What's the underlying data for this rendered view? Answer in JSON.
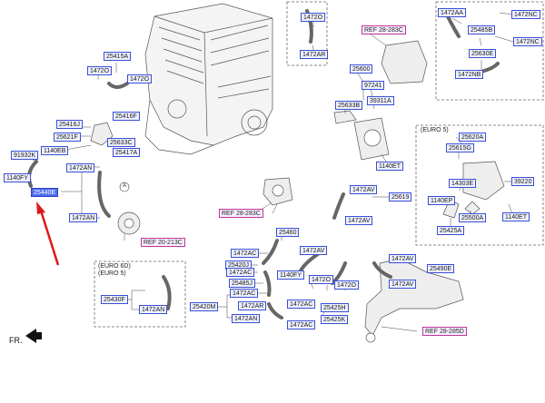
{
  "labels": {
    "l14720_top": "1472O",
    "l1472AR_top": "1472AR",
    "l1472AA": "1472AA",
    "l1472NC_a": "1472NC",
    "l25485B_t": "25485B",
    "l1472NC_b": "1472NC",
    "l25630E": "25630E",
    "l1472NB": "1472NB",
    "l25415A": "25415A",
    "l14720_b": "1472O",
    "l14720_c": "1472O",
    "l25416J": "25416J",
    "l25416F": "25416F",
    "l25621F": "25621F",
    "l25633C": "25633C",
    "l1140EB": "1140EB",
    "l25417A": "25417A",
    "l91932K": "91932K",
    "l1140FY_l": "1140FY",
    "l25440E": "25440E",
    "l1472AN_l": "1472AN",
    "l1472AN_l2": "1472AN",
    "l25600": "25600",
    "l97241": "97241",
    "l39311A": "39311A",
    "l25633B": "25633B",
    "l1140ET_c": "1140ET",
    "l25620A": "25620A",
    "l25615G": "25615G",
    "l14303E": "14303E",
    "l1140EP": "1140EP",
    "l25500A": "25500A",
    "l25425A": "25425A",
    "l1140ET_r": "1140ET",
    "l39220": "39220",
    "l1472AV_a": "1472AV",
    "l25619": "25619",
    "l1472AV_b": "1472AV",
    "l25460": "25460",
    "l1472AC_a": "1472AC",
    "l1472AV_c": "1472AV",
    "l25420J": "25420J",
    "l1472AC_b": "1472AC",
    "l1140FY_m": "1140FY",
    "l25485J": "25485J",
    "l1472AC_c": "1472AC",
    "l25420M": "25420M",
    "l1472AR_b": "1472AR",
    "l1472AN_c": "1472AN",
    "l14720_d": "1472O",
    "l1472AC_d": "1472AC",
    "l25425H": "25425H",
    "l25425K": "25425K",
    "l1472AC_e": "1472AC",
    "l1472AV_d": "1472AV",
    "l25490E": "25490E",
    "l1472AV_e": "1472AV",
    "l25430F": "25430F",
    "l1472AN_e": "1472AN"
  },
  "refs": {
    "r_28283C": "REF 28-283C",
    "r_20213C": "REF 20-213C",
    "r_28283C_b": "REF 28-283C",
    "r_28285D": "REF 28-285D"
  },
  "texts": {
    "euro5_box": "(EURO 5)",
    "euro6d": "(EURO 6D)",
    "euro5_b": "(EURO 5)",
    "fr": "FR.",
    "callout_a": "A"
  }
}
